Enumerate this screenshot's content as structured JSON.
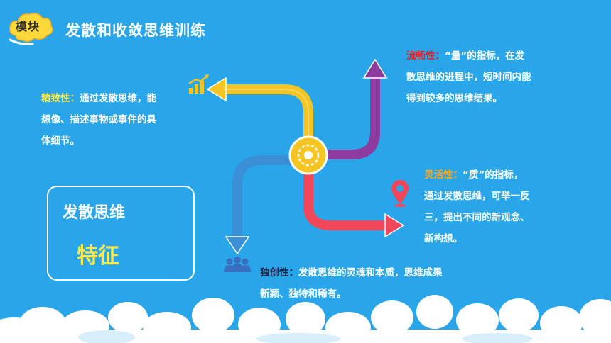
{
  "badge": {
    "label": "模块"
  },
  "title": "发散和收敛思维训练",
  "panel": {
    "title": "发散思维",
    "value": "特征"
  },
  "traits": {
    "fluency": {
      "term": "流畅性：",
      "lines": [
        "“量”的指标，在发",
        "散思维的进程中，短时间内能",
        "得到较多的思维结果。"
      ]
    },
    "precision": {
      "term": "精致性：",
      "lines": [
        "通过发散思维，能",
        "想像、描述事物或事件的具",
        "体细节。"
      ]
    },
    "flexibility": {
      "term": "灵活性：",
      "lines": [
        "“质”的指标，",
        "通过发散思维，可举一反",
        "三，提出不同的新观念、",
        "新构想。"
      ]
    },
    "originality": {
      "term": "独创性：",
      "lines": [
        "发散思维的灵魂和本质，思维成果",
        "新颖、独特和稀有。"
      ]
    }
  },
  "colors": {
    "background": "#29a6ea",
    "yellow": "#f5c623",
    "purple": "#8e3ba0",
    "red": "#f2465a",
    "blue": "#3a8fd6",
    "term_yellow": "#ffe94b",
    "term_red": "#e3232d",
    "term_orange": "#ffa51a",
    "term_navy": "#111c3f"
  },
  "icons": [
    "cloud-badge",
    "growth-chart-icon",
    "location-pin-icon",
    "people-group-icon",
    "gear-brain-icon"
  ]
}
